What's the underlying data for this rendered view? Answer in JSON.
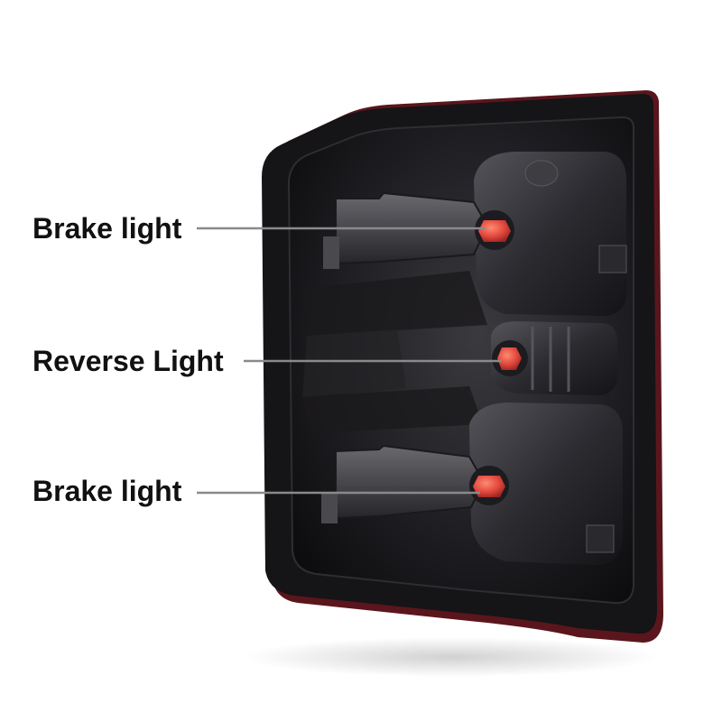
{
  "callouts": [
    {
      "label": "Brake light"
    },
    {
      "label": "Reverse Light"
    },
    {
      "label": "Brake light"
    }
  ],
  "colors": {
    "housing": "#151417",
    "housing_rim": "#2a2628",
    "red_trim": "#6e1a22",
    "bulb_red": "#e0463c",
    "leader_line": "#8a8a8a"
  }
}
